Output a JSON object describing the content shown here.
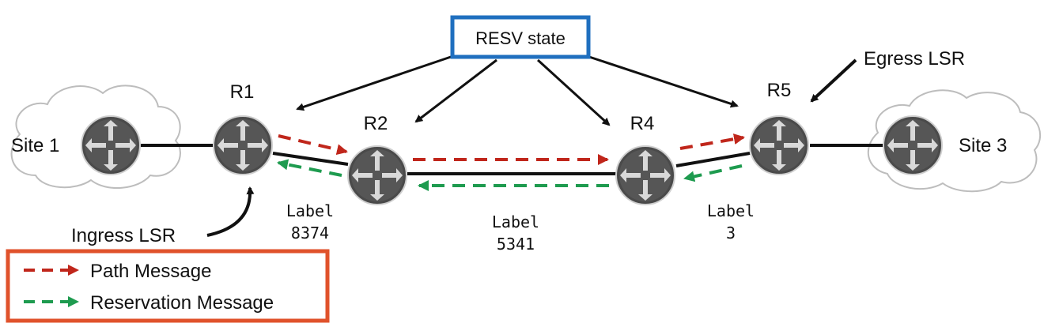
{
  "resv_box": {
    "label": "RESV state",
    "border_color": "#1f6fbf"
  },
  "sites": {
    "site1": "Site 1",
    "site3": "Site 3"
  },
  "routers": {
    "r1": "R1",
    "r2": "R2",
    "r4": "R4",
    "r5": "R5"
  },
  "callouts": {
    "ingress": "Ingress LSR",
    "egress": "Egress LSR"
  },
  "labels": {
    "l1": {
      "title": "Label",
      "value": "8374"
    },
    "l2": {
      "title": "Label",
      "value": "5341"
    },
    "l3": {
      "title": "Label",
      "value": "3"
    }
  },
  "legend": {
    "border_color": "#e0522b",
    "path": {
      "text": "Path Message",
      "color": "#c0261b"
    },
    "resv": {
      "text": "Reservation Message",
      "color": "#1e9b4f"
    }
  },
  "icons": {
    "router": "router-icon",
    "cloud": "cloud-icon"
  }
}
